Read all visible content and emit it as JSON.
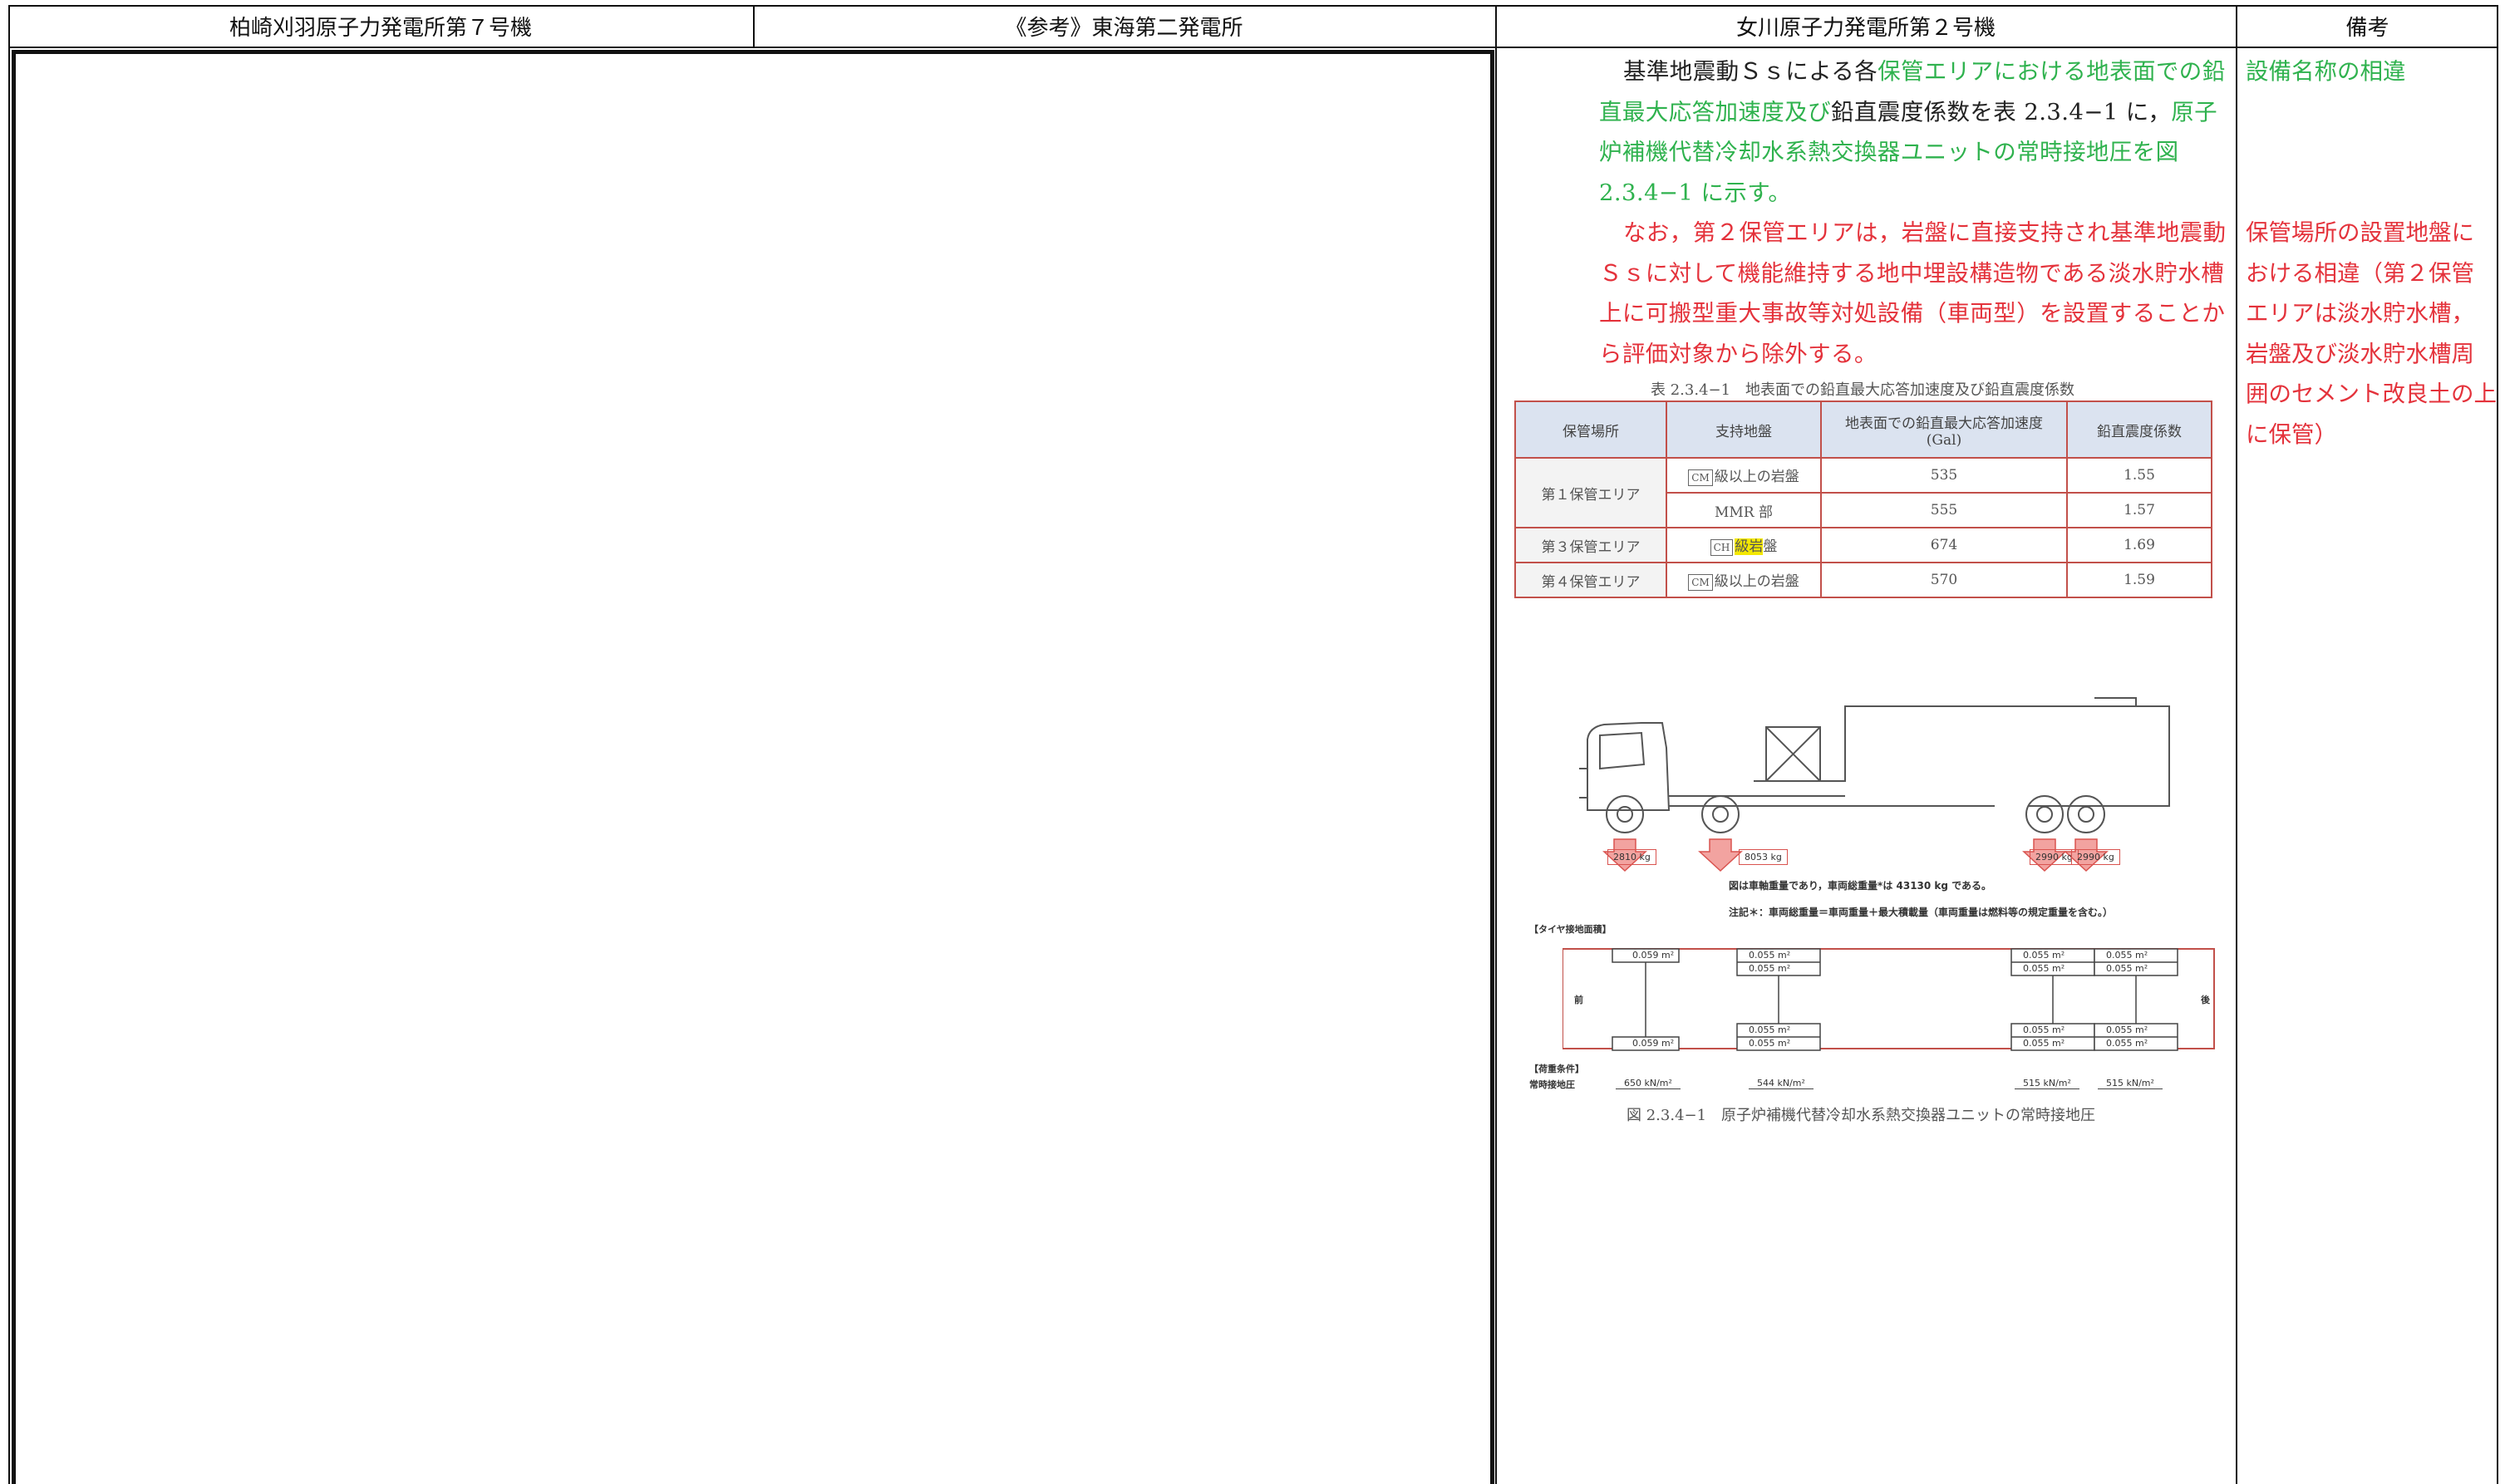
{
  "header": {
    "col1": "柏崎刈羽原子力発電所第７号機",
    "col2": "《参考》東海第二発電所",
    "col3": "女川原子力発電所第２号機",
    "col4": "備考"
  },
  "body": {
    "para1": {
      "seg1": "基準地震動Ｓｓによる各",
      "seg2": "保管エリアにおける地表面での",
      "seg3": "鉛直最大応答加速度及び",
      "seg4": "鉛直震度係数を表 2.3.4−1 に，",
      "seg5": "原子炉補機代替冷却水系熱交換器ユニットの常時接地圧を図 2.3.4−1 に示す。"
    },
    "para2": "なお，第２保管エリアは，岩盤に直接支持され基準地震動Ｓｓに対して機能維持する地中埋設構造物である淡水貯水槽上に可搬型重大事故等対処設備（車両型）を設置することから評価対象から除外する。"
  },
  "remarks": {
    "r1": "設備名称の相違",
    "r2": "保管場所の設置地盤における相違（第２保管エリアは淡水貯水槽，岩盤及び淡水貯水槽周囲のセメント改良土の上に保管）"
  },
  "table": {
    "caption": "表 2.3.4−1　地表面での鉛直最大応答加速度及び鉛直震度係数",
    "headers": [
      "保管場所",
      "支持地盤",
      "地表面での鉛直最大応答加速度",
      "(Gal)",
      "鉛直震度係数"
    ],
    "rows": [
      {
        "location": "第１保管エリア",
        "class": "CM",
        "ground": "級以上の岩盤",
        "accel": "535",
        "coef": "1.55"
      },
      {
        "ground": "MMR 部",
        "accel": "555",
        "coef": "1.57"
      },
      {
        "location": "第３保管エリア",
        "class": "CH",
        "ground_hl": "級岩",
        "ground": "盤",
        "accel": "674",
        "coef": "1.69"
      },
      {
        "location": "第４保管エリア",
        "class": "CM",
        "ground": "級以上の岩盤",
        "accel": "570",
        "coef": "1.59"
      }
    ]
  },
  "figure": {
    "loads": [
      "2810 kg",
      "8053 kg",
      "2990 kg",
      "2990 kg"
    ],
    "note1": "図は車軸重量であり，車両総重量*は 43130 kg である。",
    "note2": "注記＊：車両総重量＝車両重量＋最大積載量（車両重量は燃料等の規定重量を含む。）",
    "tire_label": "【タイヤ接地面積】",
    "front": "前",
    "rear": "後",
    "areas": [
      "0.059 m²",
      "0.055 m²",
      "0.055 m²",
      "0.055 m²",
      "0.055 m²",
      "0.055 m²",
      "0.055 m²"
    ],
    "load_cond": "【荷重条件】",
    "pressure_label": "常時接地圧",
    "pressures": [
      "650 kN/m²",
      "544 kN/m²",
      "515 kN/m²",
      "515 kN/m²"
    ],
    "caption": "図 2.3.4−1　原子炉補機代替冷却水系熱交換器ユニットの常時接地圧"
  }
}
